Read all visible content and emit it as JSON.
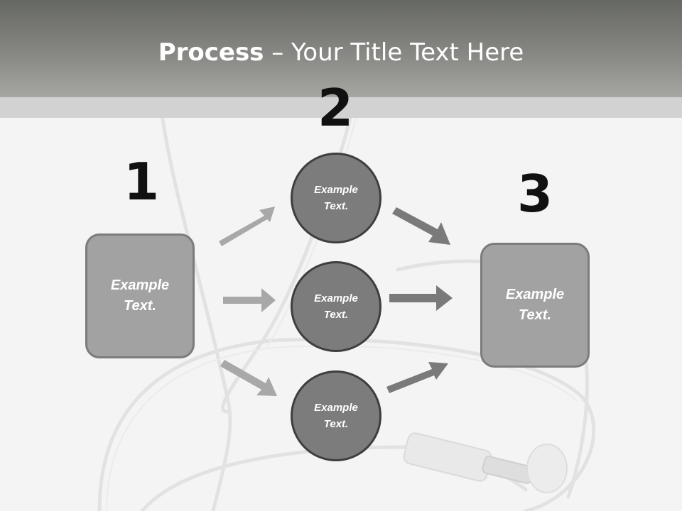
{
  "title": {
    "bold": "Process",
    "rest": " – Your Title Text Here"
  },
  "steps": {
    "one": "1",
    "two": "2",
    "three": "3"
  },
  "boxes": {
    "left": "Example\nText.",
    "right": "Example\nText."
  },
  "circles": {
    "top": "Example\nText.",
    "middle": "Example\nText.",
    "bottom": "Example\nText."
  },
  "colors": {
    "header": "#8a8a86",
    "box_fill": "#a2a2a2",
    "circle_fill": "#7c7c7c",
    "arrow_light": "#a8a8a8",
    "arrow_dark": "#7a7a7a"
  }
}
